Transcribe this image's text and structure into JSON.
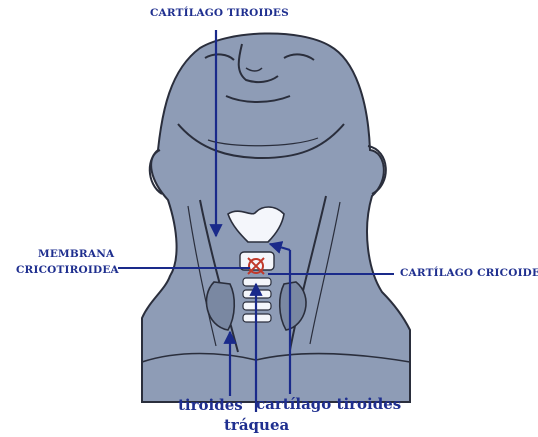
{
  "labels": {
    "cartilago_tiroides_top": "CARTÍLAGO TIROIDES",
    "membrana_line1": "MEMBRANA",
    "membrana_line2": "CRICOTIROIDEA",
    "cartilago_cricoides": "CARTÍLAGO CRICOIDES",
    "tiroides": "tiroides",
    "traquea": "tráquea",
    "cartilago_tiroides_bottom": "cartílago tiroides"
  },
  "colors": {
    "label_blue": "#1f2f8f",
    "arrow_blue": "#1a2a8a",
    "skin_fill": "#8e9cb6",
    "outline": "#2a2e3c",
    "cartilage": "#f4f6fb",
    "mark": "#c0392b"
  }
}
